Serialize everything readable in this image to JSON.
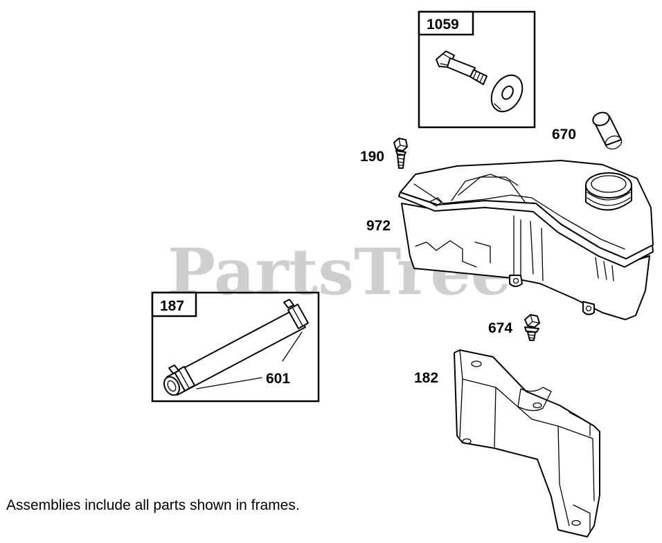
{
  "watermark": "PartsTree",
  "frames": {
    "frame_1059": {
      "label": "1059"
    },
    "frame_187": {
      "label": "187"
    }
  },
  "callouts": {
    "part_670": "670",
    "part_190": "190",
    "part_972": "972",
    "part_674": "674",
    "part_182": "182",
    "part_601": "601"
  },
  "footnote": "Assemblies include all parts shown in frames."
}
